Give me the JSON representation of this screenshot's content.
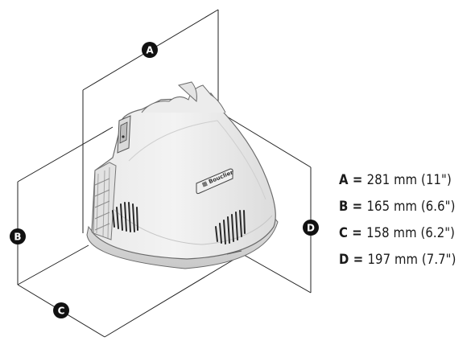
{
  "labels": {
    "a": "A",
    "b": "B",
    "c": "C",
    "d": "D"
  },
  "brand_badge": "Bouclier",
  "dimensions": [
    {
      "letter": "A",
      "sep": " = ",
      "value": "281 mm (11\")"
    },
    {
      "letter": "B",
      "sep": " = ",
      "value": "165 mm (6.6\")"
    },
    {
      "letter": "C",
      "sep": " = ",
      "value": "158 mm (6.2\")"
    },
    {
      "letter": "D",
      "sep": " = ",
      "value": "197 mm (7.7\")"
    }
  ]
}
